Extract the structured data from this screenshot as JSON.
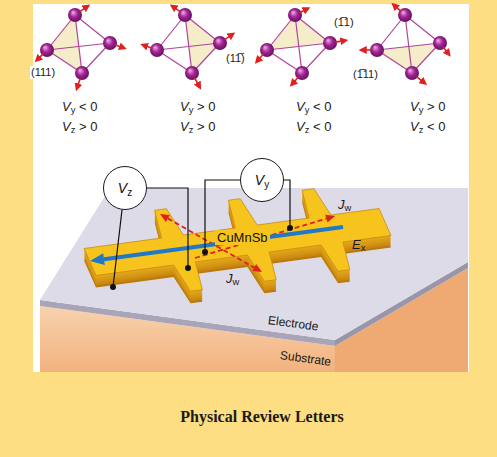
{
  "diagram": {
    "caption": "Physical Review Letters",
    "nodes": [
      {
        "text": [
          "Vz"
        ]
      },
      {
        "text": [
          "Vy"
        ]
      },
      {
        "text": [
          "CuMnSb"
        ]
      }
    ],
    "edges": [
      {
        "from": 0,
        "to": 2,
        "arrow": "none"
      },
      {
        "from": 1,
        "to": 2,
        "arrow": "none"
      },
      {
        "from": 1,
        "to": 2,
        "arrow": "none"
      }
    ],
    "labels": [
      "(111)",
      "(11̅)",
      "(1̅1)",
      "(1̅11)",
      "Vy < 0",
      "Vz > 0",
      "Vy > 0",
      "Vz > 0",
      "Vy < 0",
      "Vz < 0",
      "Vy > 0",
      "Vz < 0",
      "Jw",
      "Jw",
      "Ex",
      "Electrode",
      "Substrate"
    ]
  }
}
